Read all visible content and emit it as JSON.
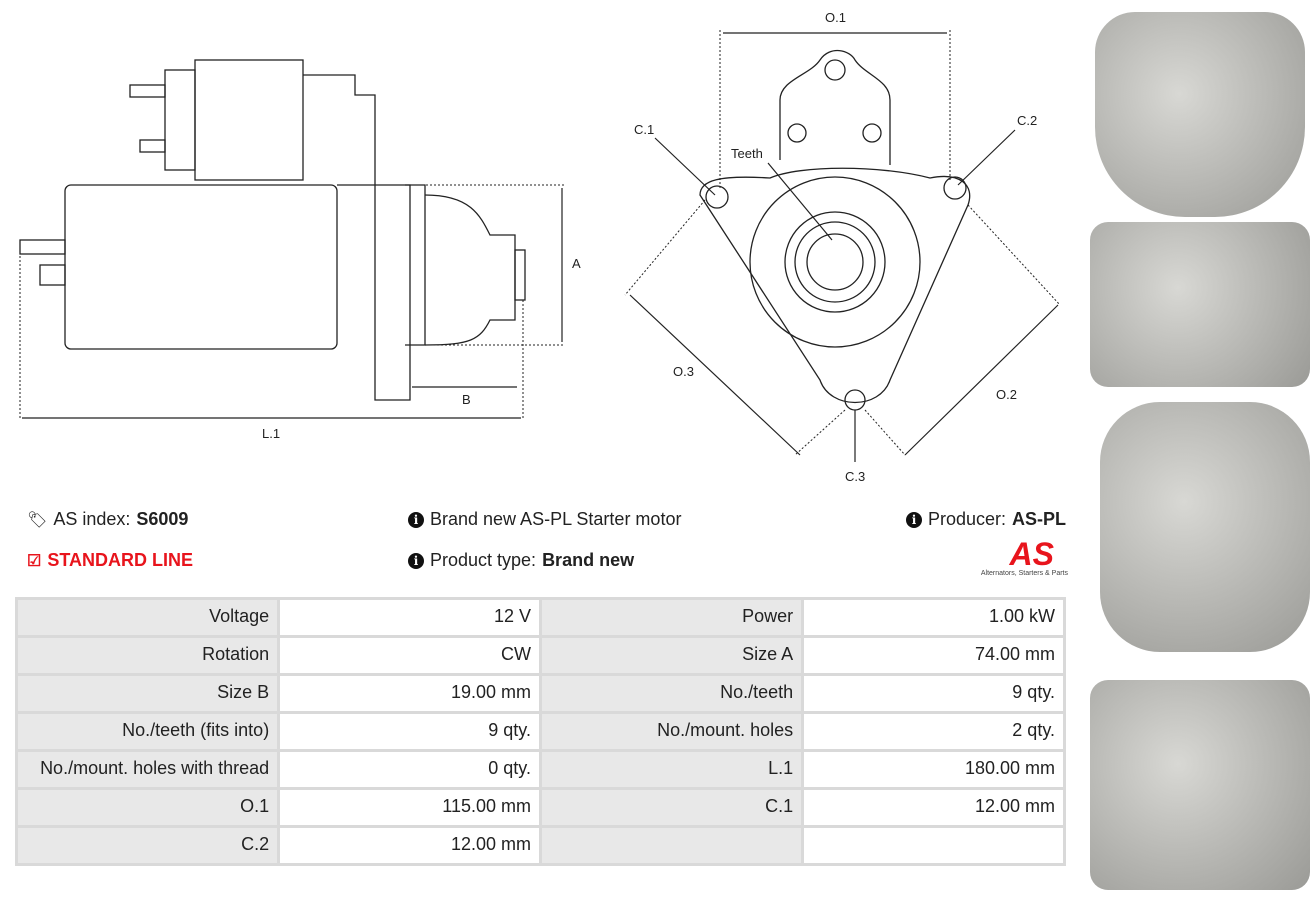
{
  "drawing": {
    "side": {
      "a": "A",
      "b": "B",
      "l1": "L.1"
    },
    "front": {
      "o1": "O.1",
      "c1": "C.1",
      "c2": "C.2",
      "teeth": "Teeth",
      "o3": "O.3",
      "o2": "O.2",
      "c3": "C.3"
    }
  },
  "info": {
    "as_index_label": "AS index:",
    "as_index": "S6009",
    "line": "STANDARD LINE",
    "description": "Brand new AS-PL Starter motor",
    "product_type_label": "Product type:",
    "product_type": "Brand new",
    "producer_label": "Producer:",
    "producer": "AS-PL",
    "logo_text": "AS",
    "logo_tagline": "Alternators, Starters & Parts"
  },
  "colors": {
    "accent": "#e8141c"
  },
  "specs": [
    [
      "Voltage",
      "12 V",
      "Power",
      "1.00 kW"
    ],
    [
      "Rotation",
      "CW",
      "Size A",
      "74.00 mm"
    ],
    [
      "Size B",
      "19.00 mm",
      "No./teeth",
      "9 qty."
    ],
    [
      "No./teeth (fits into)",
      "9 qty.",
      "No./mount. holes",
      "2 qty."
    ],
    [
      "No./mount. holes with thread",
      "0 qty.",
      "L.1",
      "180.00 mm"
    ],
    [
      "O.1",
      "115.00 mm",
      "C.1",
      "12.00 mm"
    ],
    [
      "C.2",
      "12.00 mm",
      "",
      ""
    ]
  ]
}
